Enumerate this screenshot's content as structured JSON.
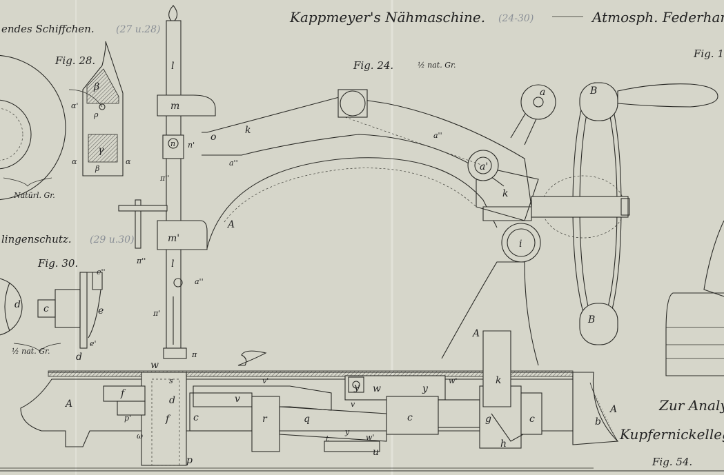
{
  "title": {
    "main": "Kappmeyer's Nähmaschine.",
    "range": "(24-30)",
    "right": "Atmosph. Federham"
  },
  "captions": {
    "shuttle": "endes Schiffchen.",
    "shuttle_range": "(27 u.28)",
    "fig28": "Fig. 28.",
    "fig24": "Fig. 24.",
    "fig24_scale": "½ nat. Gr.",
    "fig_right": "Fig. 1",
    "natural": "Natürl. Gr.",
    "guard": "lingenschutz.",
    "guard_range": "(29 u.30)",
    "fig30": "Fig. 30.",
    "fig30_scale": "½ nat. Gr.",
    "analysis_1": "Zur Analy",
    "analysis_2": "Kupfernickelleg",
    "fig54": "Fig. 54."
  },
  "labels": [
    "l",
    "m",
    "o",
    "k",
    "n",
    "n'",
    "a''",
    "a''",
    "a",
    "B",
    "a'",
    "k",
    "i",
    "B",
    "A",
    "m'",
    "l",
    "a''",
    "π''",
    "π''",
    "π'",
    "π",
    "A",
    "w",
    "s",
    "v'",
    "w'",
    "y",
    "w",
    "y",
    "k",
    "f",
    "p'",
    "d",
    "v",
    "v",
    "A",
    "f",
    "c",
    "r",
    "q",
    "c",
    "g",
    "c",
    "b",
    "A",
    "ω",
    "y",
    "w'",
    "t",
    "u",
    "h",
    "p",
    "α'",
    "β",
    "ρ",
    "γ",
    "β",
    "α",
    "α",
    "e''",
    "c",
    "e",
    "e'",
    "d",
    "d"
  ]
}
